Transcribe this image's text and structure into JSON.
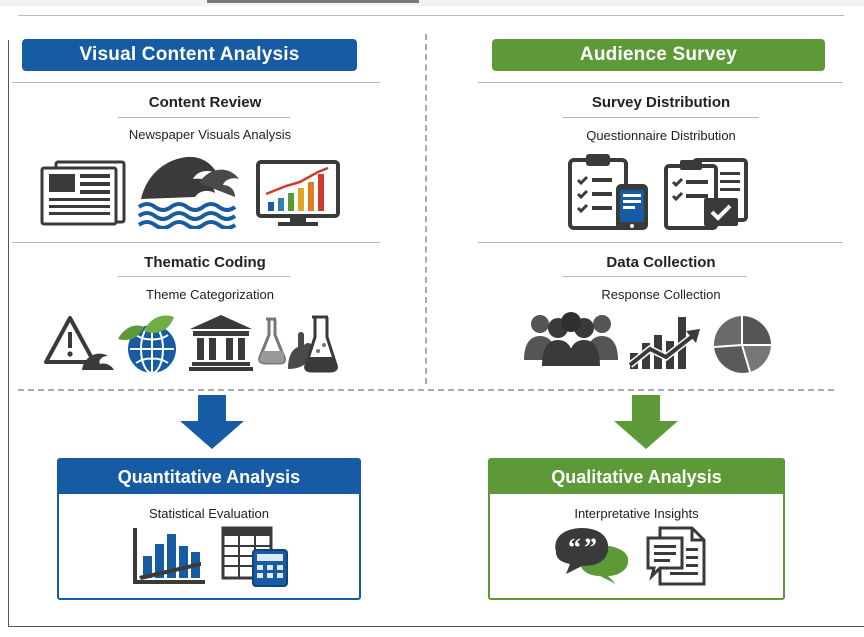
{
  "left": {
    "header": "Visual Content Analysis",
    "section1": {
      "title": "Content Review",
      "subtitle": "Newspaper Visuals Analysis"
    },
    "section2": {
      "title": "Thematic Coding",
      "subtitle": "Theme Categorization"
    },
    "result": {
      "title": "Quantitative Analysis",
      "subtitle": "Statistical Evaluation"
    },
    "section1_icons": [
      "newspaper-icon",
      "wave-icon",
      "chart-monitor-icon"
    ],
    "section2_icons": [
      "warning-icon",
      "globe-leaf-icon",
      "institution-icon",
      "lab-flask-icon"
    ],
    "result_icons": [
      "bar-chart-icon",
      "spreadsheet-calculator-icon"
    ]
  },
  "right": {
    "header": "Audience Survey",
    "section1": {
      "title": "Survey Distribution",
      "subtitle": "Questionnaire Distribution"
    },
    "section2": {
      "title": "Data Collection",
      "subtitle": "Response Collection"
    },
    "result": {
      "title": "Qualitative Analysis",
      "subtitle": "Interpretative Insights"
    },
    "section1_icons": [
      "clipboard-phone-icon",
      "clipboard-checklist-icon"
    ],
    "section2_icons": [
      "people-group-icon",
      "growth-chart-icon",
      "pie-chart-icon"
    ],
    "result_icons": [
      "speech-bubbles-icon",
      "document-icon"
    ]
  },
  "colors": {
    "blue": "#175ba5",
    "green": "#5d9a37",
    "dark": "#3a3a3a",
    "grey": "#777777"
  }
}
